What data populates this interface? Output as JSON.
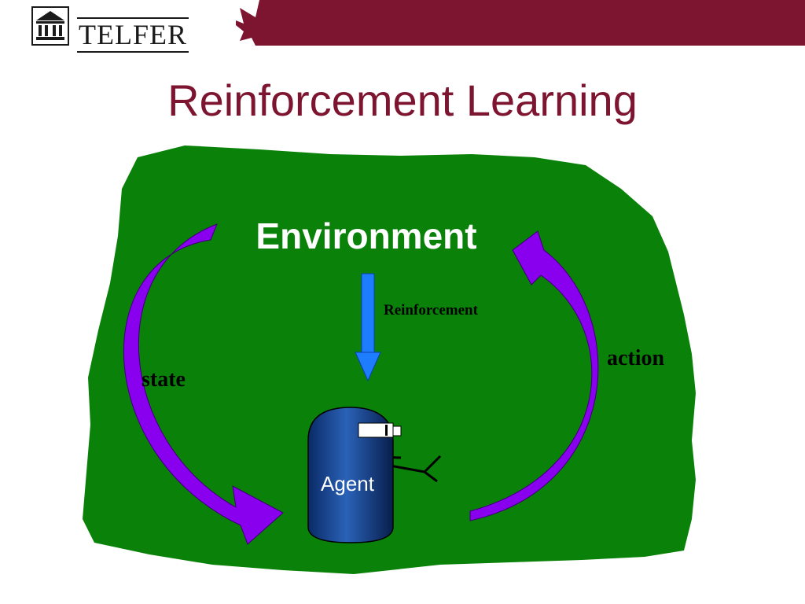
{
  "header": {
    "brand": "TELFER"
  },
  "slide": {
    "title": "Reinforcement Learning"
  },
  "diagram": {
    "environment": "Environment",
    "reinforcement": "Reinforcement",
    "agent": "Agent",
    "state": "state",
    "action": "action"
  },
  "colors": {
    "brand": "#7d1430",
    "environment_fill": "#0a820a",
    "arrow_purple": "#8800ee",
    "arrow_blue": "#1e7cff",
    "agent_body": "#103a80"
  },
  "icons": [
    "university-building-icon",
    "maple-leaf-icon"
  ]
}
